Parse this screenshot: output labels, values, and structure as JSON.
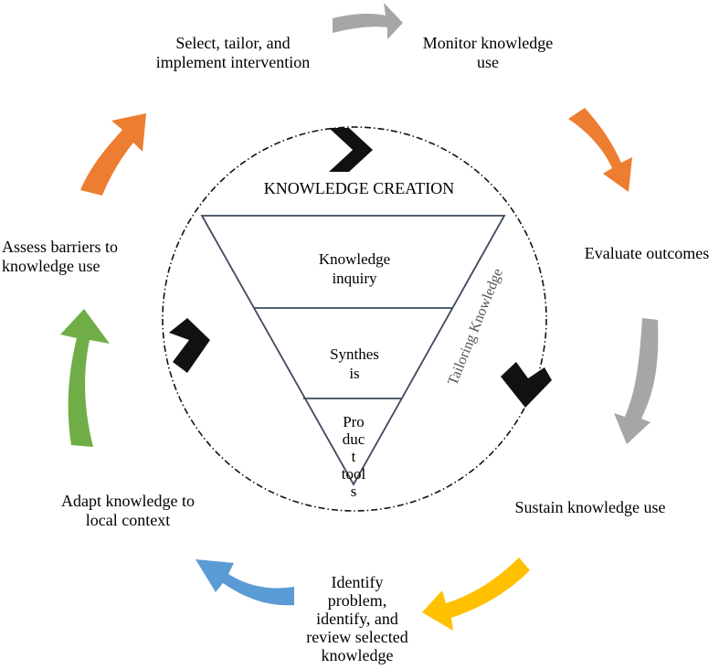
{
  "title": "KNOWLEDGE CREATION",
  "funnel": {
    "level1": [
      "Knowledge",
      "inquiry"
    ],
    "level2": [
      "Synthes",
      "is"
    ],
    "level3": [
      "Pro",
      "duc",
      "t",
      "tool",
      "s"
    ]
  },
  "side_label": "Tailoring Knowledge",
  "cycle_steps": {
    "select": [
      "Select, tailor, and",
      "implement intervention"
    ],
    "monitor": [
      "Monitor knowledge",
      "use"
    ],
    "evaluate": [
      "Evaluate outcomes"
    ],
    "sustain": [
      "Sustain knowledge use"
    ],
    "identify": [
      "Identify",
      "problem,",
      "identify, and",
      "review selected",
      "knowledge"
    ],
    "adapt": [
      "Adapt knowledge to",
      "local context"
    ],
    "assess": [
      "Assess barriers to",
      "knowledge use"
    ]
  },
  "colors": {
    "gray_arrow": "#a6a6a6",
    "orange_arrow": "#ed7d31",
    "yellow_arrow": "#ffc000",
    "blue_arrow": "#5b9bd5",
    "green_arrow": "#70ad47",
    "chevron": "#111111",
    "funnel_line": "#3d4a5c"
  }
}
